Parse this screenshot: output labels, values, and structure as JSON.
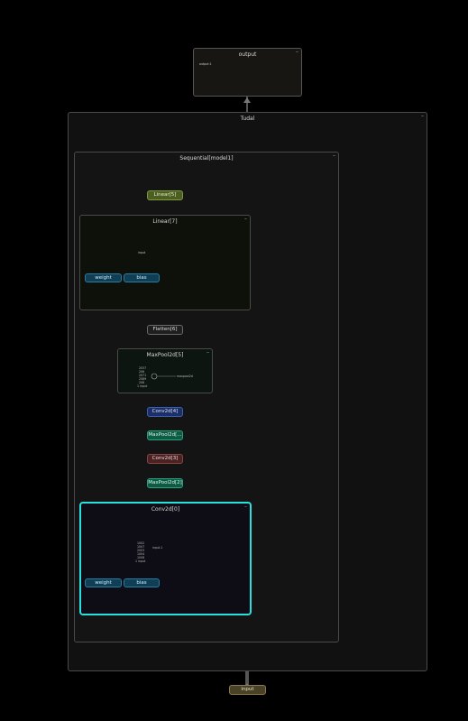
{
  "output_group": {
    "title": "output",
    "port_label": "output:1"
  },
  "top_group": {
    "title": "Tudal",
    "collapse": "–"
  },
  "sequential": {
    "title": "Sequential[model1]",
    "collapse": "–"
  },
  "nodes": {
    "linear5": "Linear[5]",
    "linear7_title": "Linear[7]",
    "linear7_input": "input",
    "weight": "weight",
    "bias": "bias",
    "flatten6": "Flatten[6]",
    "maxpool5_title": "MaxPool2d[5]",
    "maxpool_out": "maxpool2d",
    "conv4": "Conv2d[4]",
    "maxpool_a": "MaxPool2d[...",
    "conv3": "Conv2d[3]",
    "maxpool2": "MaxPool2d[2]",
    "conv0_title": "Conv2d[0]",
    "conv0_input": "input.1",
    "weight2": "weight",
    "bias2": "bias",
    "input": "input"
  },
  "maxpool_ports": [
    "2037",
    "206",
    "2071",
    "2089",
    "208",
    "1 input"
  ],
  "conv_ports": [
    "1002",
    "1007",
    "2003",
    "1004",
    "1008",
    "1 input"
  ],
  "colors": {
    "highlight": "#29e0e0",
    "edge": "#5a5a5a"
  }
}
